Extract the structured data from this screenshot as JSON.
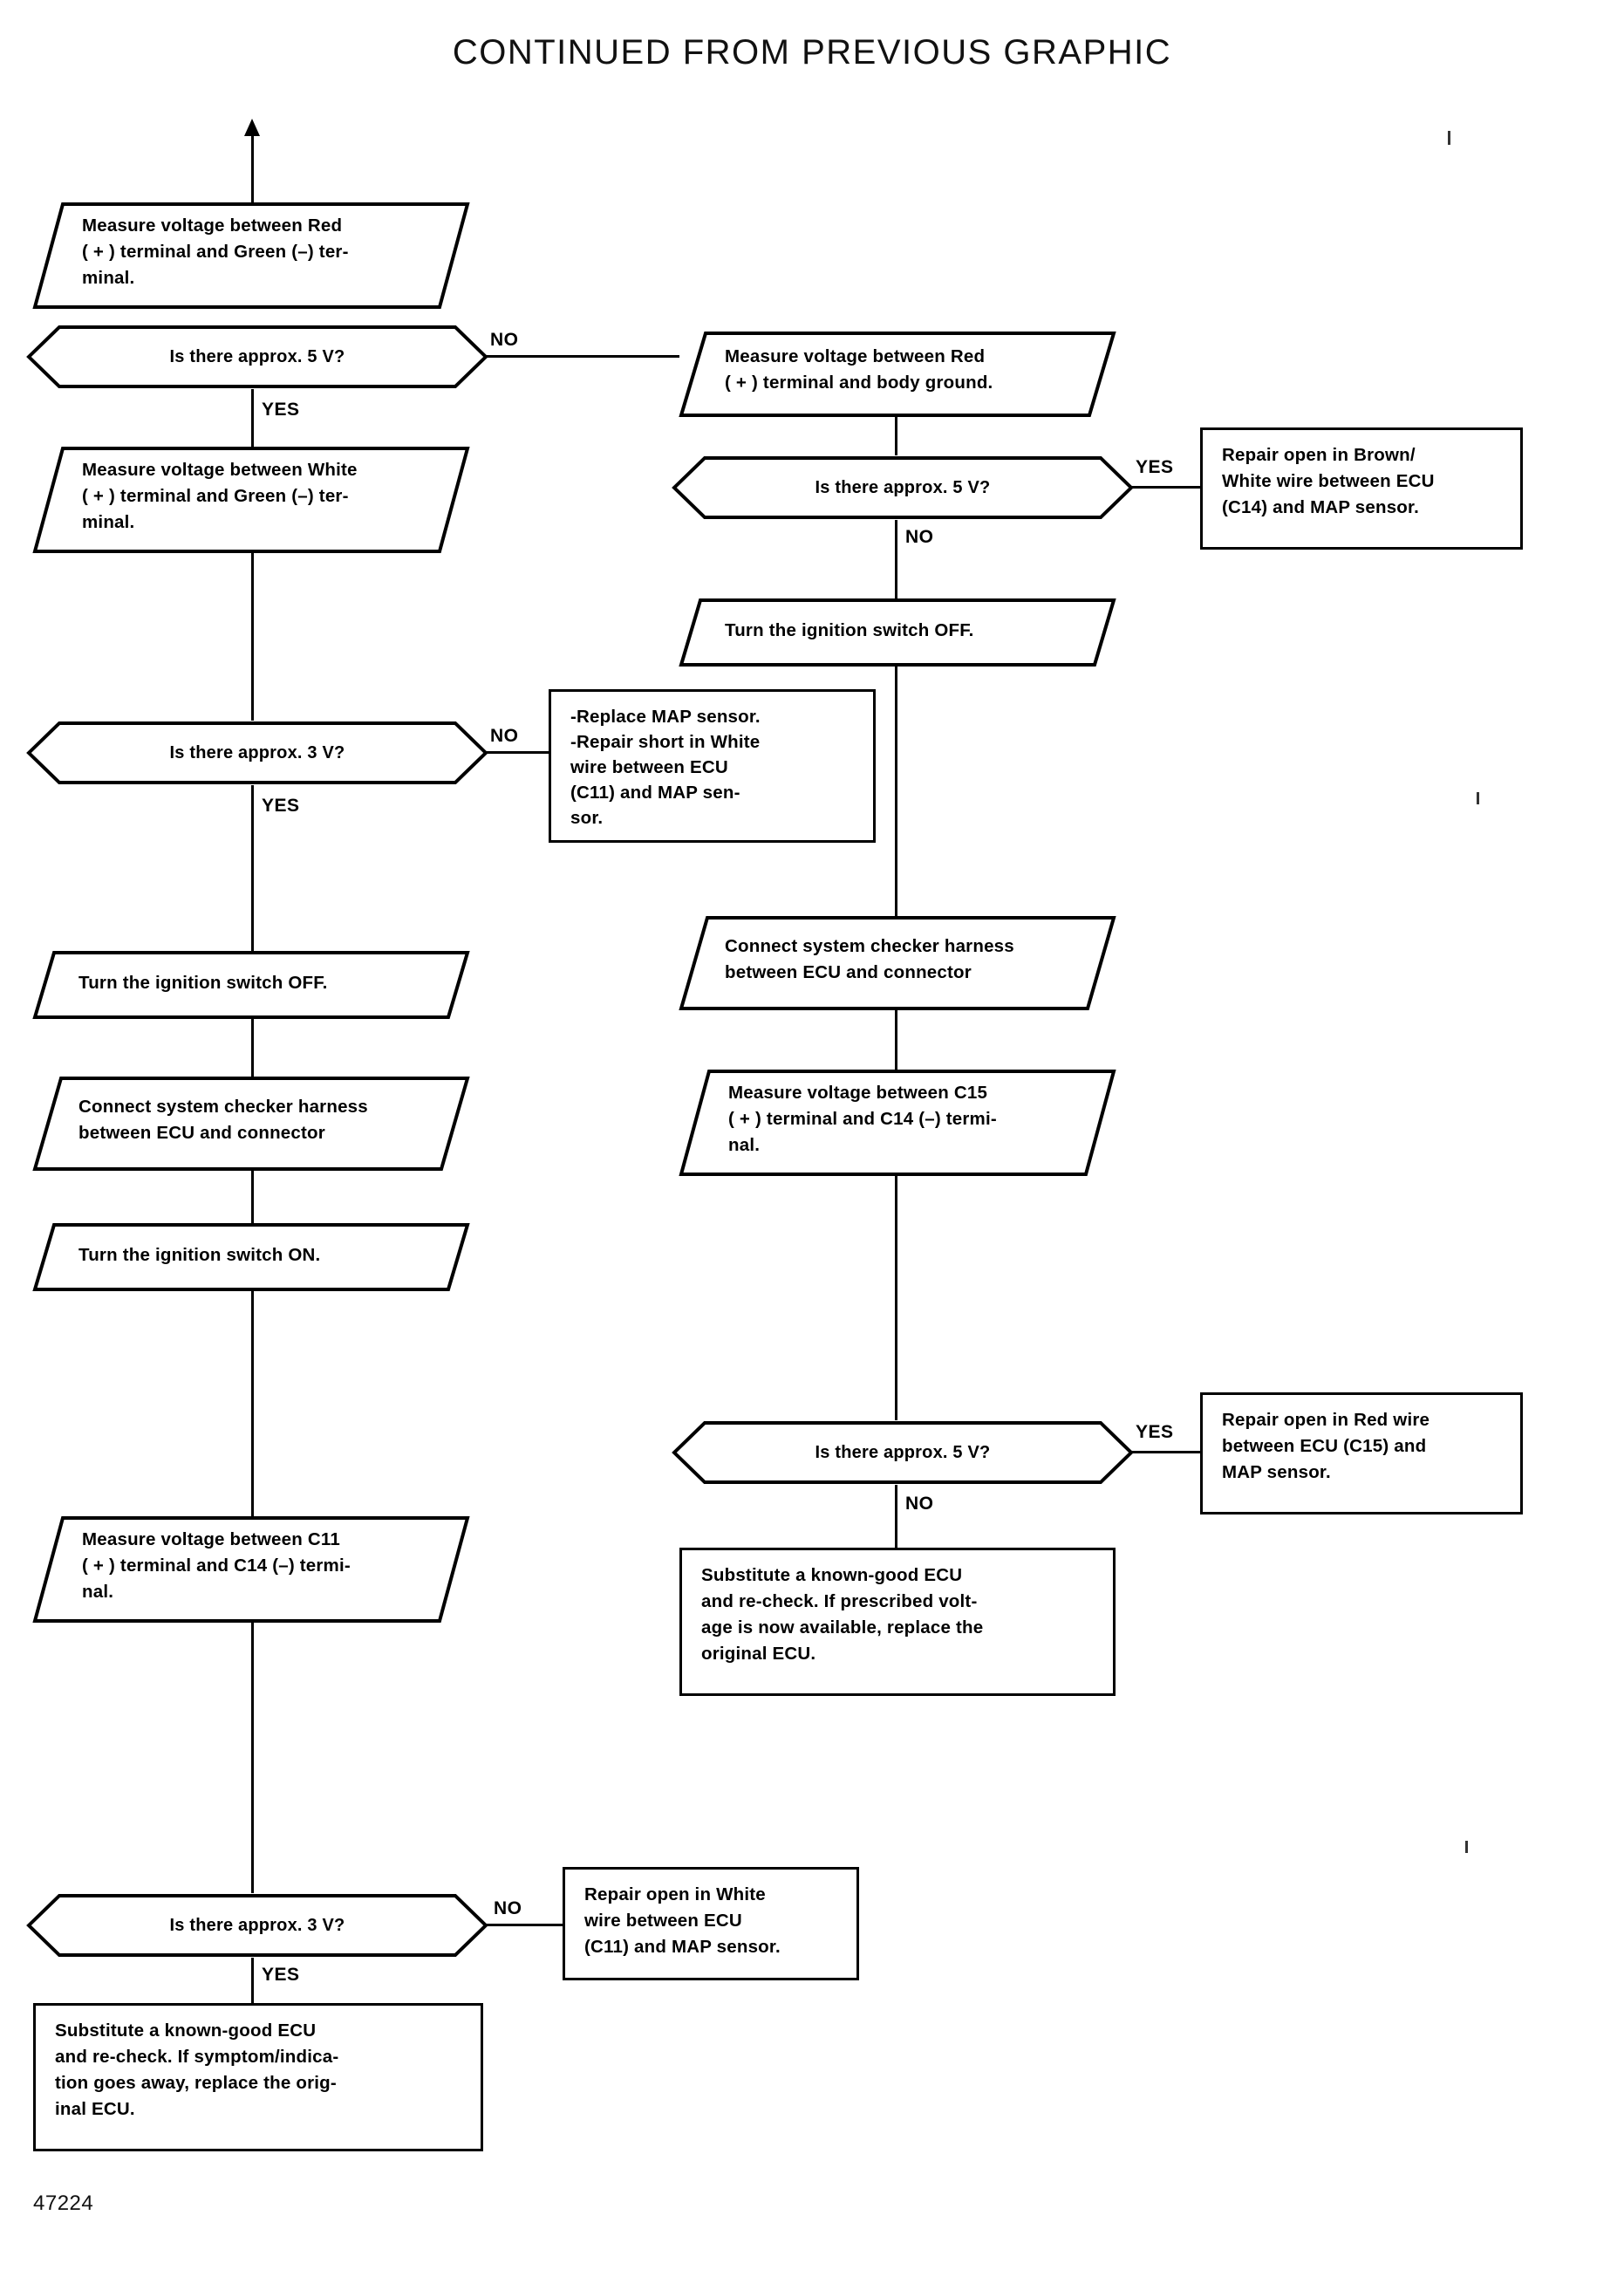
{
  "document": {
    "title": "CONTINUED FROM PREVIOUS GRAPHIC",
    "figure_number": "47224"
  },
  "labels": {
    "yes": "YES",
    "no": "NO"
  },
  "nodes": {
    "n01_measure_red_green": {
      "type": "parallelogram",
      "text": "Measure  voltage  between  Red\n( + )  terminal and Green (–) ter-\nminal."
    },
    "n02_is_5v_a": {
      "type": "decision",
      "text": "Is there approx. 5 V?"
    },
    "n03_measure_white_green": {
      "type": "parallelogram",
      "text": "Measure voltage between White\n( + ) terminal and Green (–) ter-\nminal."
    },
    "n04_is_3v_a": {
      "type": "decision",
      "text": "Is there approx. 3 V?"
    },
    "n05_ignition_off_left": {
      "type": "parallelogram",
      "text": "Turn the ignition switch OFF."
    },
    "n06_connect_harness_left": {
      "type": "parallelogram",
      "text": "Connect  system  checker  harness\nbetween ECU and connector"
    },
    "n07_ignition_on_left": {
      "type": "parallelogram",
      "text": "Turn the ignition switch ON."
    },
    "n08_measure_c11_c14": {
      "type": "parallelogram",
      "text": "Measure  voltage  between  C11\n( + ) terminal and C14 (–) termi-\nnal."
    },
    "n09_is_3v_b": {
      "type": "decision",
      "text": "Is there approx. 3 V?"
    },
    "n10_substitute_ecu_left": {
      "type": "rectangle",
      "text": "Substitute  a  known-good  ECU\nand re-check. If symptom/indica-\ntion goes away, replace the orig-\ninal ECU."
    },
    "n11_repair_white_c11": {
      "type": "rectangle",
      "text": "Repair  open  in  White\nwire    between    ECU\n(C11) and MAP sensor."
    },
    "n12_measure_red_body": {
      "type": "parallelogram",
      "text": "Measure  voltage  between  Red\n( + ) terminal and body ground."
    },
    "n13_is_5v_b": {
      "type": "decision",
      "text": "Is there approx. 5 V?"
    },
    "n14_repair_brown_white": {
      "type": "rectangle",
      "text": "Repair  open  in  Brown/\nWhite  wire  between  ECU\n(C14) and MAP sensor."
    },
    "n15_ignition_off_right": {
      "type": "parallelogram",
      "text": "Turn the ignition switch OFF."
    },
    "n16_replace_map_repair_white": {
      "type": "rectangle",
      "text": "-Replace MAP sensor.\n-Repair  short  in  White\n wire    between    ECU\n (C11) and MAP sen-\n sor."
    },
    "n17_connect_harness_right": {
      "type": "parallelogram",
      "text": "Connect  system  checker  harness\nbetween ECU and connector"
    },
    "n18_measure_c15_c14": {
      "type": "parallelogram",
      "text": "Measure  voltage  between  C15\n( + ) terminal and C14 (–) termi-\nnal."
    },
    "n19_is_5v_c": {
      "type": "decision",
      "text": "Is there approx. 5 V?"
    },
    "n20_repair_red_c15": {
      "type": "rectangle",
      "text": "Repair open in Red wire\nbetween  ECU  (C15)  and\nMAP sensor."
    },
    "n21_substitute_ecu_right": {
      "type": "rectangle",
      "text": "Substitute  a  known-good  ECU\nand re-check. If prescribed volt-\nage is now available, replace the\noriginal ECU."
    }
  },
  "branches": [
    {
      "name": "b01-no-to-red-body",
      "label": "NO"
    },
    {
      "name": "b02-yes-to-white",
      "label": "YES"
    },
    {
      "name": "b03-no-to-replace",
      "label": "NO"
    },
    {
      "name": "b04-yes-to-ign-off",
      "label": "YES"
    },
    {
      "name": "b05-no-to-subst",
      "label": "NO"
    },
    {
      "name": "b06-yes-to-subst",
      "label": "YES"
    },
    {
      "name": "b07-yes-brown-white",
      "label": "YES"
    },
    {
      "name": "b08-no-ign-off",
      "label": "NO"
    },
    {
      "name": "b09-yes-red-c15",
      "label": "YES"
    },
    {
      "name": "b10-no-subst-right",
      "label": "NO"
    }
  ]
}
